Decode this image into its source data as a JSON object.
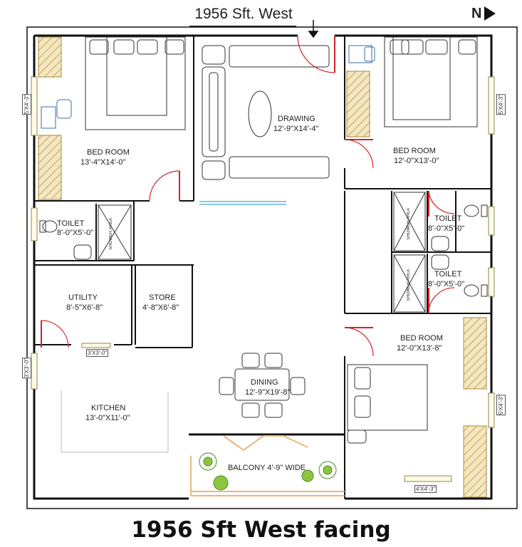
{
  "header": {
    "title": "1956 Sft. West",
    "north_label": "N"
  },
  "footer": {
    "caption": "1956 Sft West facing"
  },
  "rooms": {
    "bedroom_nw": {
      "name": "BED ROOM",
      "size": "13'-4\"X14'-0\""
    },
    "drawing": {
      "name": "DRAWING",
      "size": "12'-9\"X14'-4\""
    },
    "bedroom_ne": {
      "name": "BED ROOM",
      "size": "12'-0\"X13'-0\""
    },
    "toilet_w": {
      "name": "TOILET",
      "size": "8'-0\"X5'-0\""
    },
    "toilet_ne1": {
      "name": "TOILET",
      "size": "8'-0\"X5'-0\""
    },
    "toilet_ne2": {
      "name": "TOILET",
      "size": "8'-0\"X5'-0\""
    },
    "utility": {
      "name": "UTILITY",
      "size": "8'-5\"X6'-8\""
    },
    "store": {
      "name": "STORE",
      "size": "4'-8\"X6'-8\""
    },
    "bedroom_se": {
      "name": "BED ROOM",
      "size": "12'-0\"X13'-8\""
    },
    "dining": {
      "name": "DINING",
      "size": "12'-9\"X19'-8\""
    },
    "kitchen": {
      "name": "KITCHEN",
      "size": "13'-0\"X11'-0\""
    },
    "balcony": {
      "name": "BALCONY 4'-9\" WIDE"
    }
  },
  "shower_label": "SHOWER AREA",
  "window_dims": {
    "w_left_top": "5'X4'-3\"",
    "w_right_top": "5'X4'-3\"",
    "w_left_mid": "3'X3'-0\"",
    "w_utility": "3'X3'-0\"",
    "w_right_low": "5'X4'-3\"",
    "w_bottom": "4'X4'-3\""
  },
  "colors": {
    "wall": "#111111",
    "door_swing": "#d2232a",
    "window_glass": "#8bc6e6",
    "hatch": "#c9a64a",
    "tree": "#5aa02c",
    "balcony_rail": "#e9b77d"
  },
  "icons": {
    "north": "north-arrow-icon",
    "entry": "entry-arrow-icon"
  }
}
